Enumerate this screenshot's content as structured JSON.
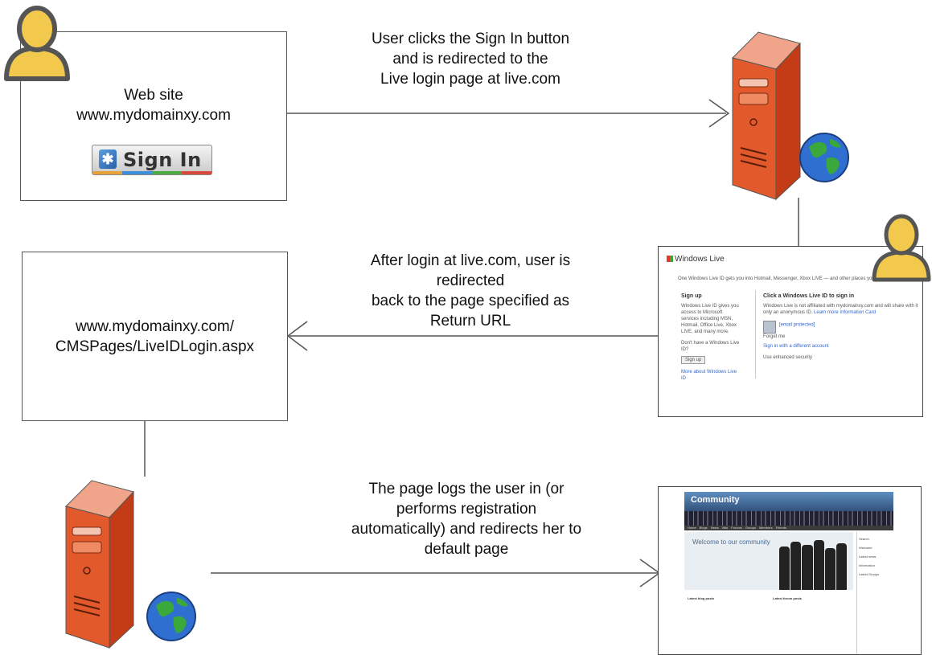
{
  "colors": {
    "stroke": "#555555",
    "arrow": "#555555",
    "server_body": "#e25a2c",
    "user_icon_fill": "#f2c94c",
    "globe_blue": "#2f6fd0",
    "globe_green": "#3aa83a"
  },
  "icons": {
    "user_top_left": "user-icon",
    "user_right": "user-icon",
    "server_top": "server-icon",
    "server_bottom": "server-icon",
    "globe": "globe-icon"
  },
  "box1": {
    "line1": "Web site",
    "line2": "www.mydomainxy.com",
    "signin_label": "Sign In"
  },
  "box2": {
    "line1": "www.mydomainxy.com/",
    "line2": "CMSPages/LiveIDLogin.aspx"
  },
  "captions": {
    "step1": [
      "User clicks the Sign In button",
      "and is redirected to the",
      "Live login page at live.com"
    ],
    "step2": [
      "After login at live.com, user is",
      "redirected",
      "back to the page specified as",
      "Return URL"
    ],
    "step3": [
      "The page logs the user in (or",
      "performs registration",
      "automatically) and redirects her to",
      "default page"
    ]
  },
  "live_login": {
    "brand": "Windows Live",
    "intro": "One Windows Live ID gets you into Hotmail, Messenger, Xbox LIVE — and other places you see",
    "signup_heading": "Sign up",
    "signup_text": "Windows Live ID gives you access to Microsoft services including MSN, Hotmail, Office Live, Xbox LIVE, and many more.",
    "no_account": "Don't have a Windows Live ID?",
    "signup_button": "Sign up",
    "more_link": "More about Windows Live ID",
    "signin_heading": "Click a Windows Live ID to sign in",
    "notice": "Windows Live is not affiliated with mydomainxy.com and will share with it only an anonymous ID.",
    "learn_more": "Learn more",
    "info_card": "Information Card",
    "account": "[email protected]",
    "forget_me": "Forget me",
    "different_account": "Sign in with a different account",
    "enhanced_security": "Use enhanced security"
  },
  "community": {
    "title": "Community",
    "nav": [
      "Home",
      "Blogs",
      "News",
      "Wiki",
      "Forums",
      "Groups",
      "Members",
      "Friends"
    ],
    "welcome": "Welcome to our community",
    "col1_heading": "Latest blog posts",
    "col2_heading": "Latest forum posts",
    "side_items": [
      "Search",
      "Welcome",
      "Latest news",
      "Information",
      "Latest Groups"
    ]
  }
}
